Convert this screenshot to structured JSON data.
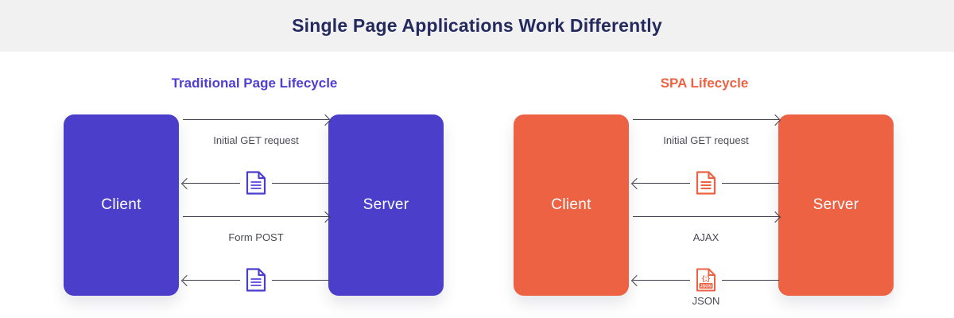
{
  "header": {
    "title": "Single Page Applications Work Differently",
    "background": "#f1f1f1",
    "title_color": "#252a5e"
  },
  "panels": [
    {
      "id": "traditional",
      "title": "Traditional Page Lifecycle",
      "accent": "#4a3ecb",
      "title_color": "#4f3fd0",
      "client_label": "Client",
      "server_label": "Server",
      "rows": [
        {
          "direction": "to-right",
          "label": "Initial GET request",
          "icon": null,
          "label_position": "below"
        },
        {
          "direction": "to-left",
          "label": "",
          "icon": "document-icon",
          "label_position": "none"
        },
        {
          "direction": "to-right",
          "label": "Form POST",
          "icon": null,
          "label_position": "below"
        },
        {
          "direction": "to-left",
          "label": "",
          "icon": "document-icon",
          "label_position": "none"
        }
      ]
    },
    {
      "id": "spa",
      "title": "SPA Lifecycle",
      "accent": "#ec6243",
      "title_color": "#ec6243",
      "client_label": "Client",
      "server_label": "Server",
      "rows": [
        {
          "direction": "to-right",
          "label": "Initial GET request",
          "icon": null,
          "label_position": "below"
        },
        {
          "direction": "to-left",
          "label": "",
          "icon": "document-icon",
          "label_position": "none"
        },
        {
          "direction": "to-right",
          "label": "AJAX",
          "icon": null,
          "label_position": "below"
        },
        {
          "direction": "to-left",
          "label": "JSON",
          "icon": "json-file-icon",
          "label_position": "below"
        }
      ]
    }
  ],
  "colors": {
    "purple": "#4a3ecb",
    "orange": "#ec6243",
    "navy": "#252a5e",
    "line": "#3d3d4e",
    "label": "#4a4a55",
    "header_bg": "#f1f1f1",
    "page_bg": "#ffffff"
  }
}
